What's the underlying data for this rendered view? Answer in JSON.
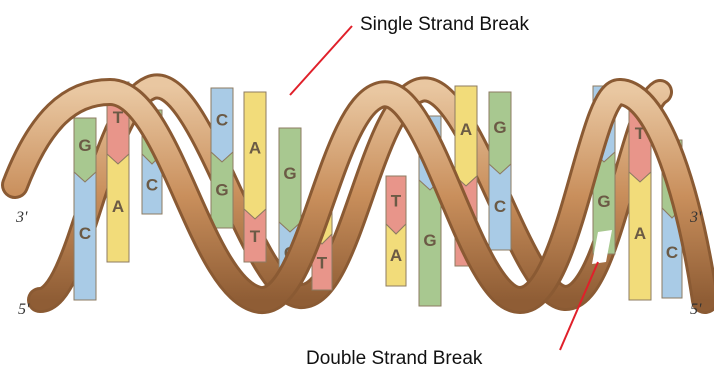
{
  "labels": {
    "single_break": "Single Strand Break",
    "double_break": "Double Strand Break"
  },
  "ends": {
    "left_top": "3'",
    "left_bottom": "5'",
    "right_top": "3'",
    "right_bottom": "5'"
  },
  "rungs": [
    {
      "top": "G",
      "bottom": "C",
      "top_color": "#a8c890",
      "bottom_color": "#a9cbe6"
    },
    {
      "top": "T",
      "bottom": "A",
      "top_color": "#e8958a",
      "bottom_color": "#f2dc7a"
    },
    {
      "top": "G",
      "bottom": "C",
      "top_color": "#a8c890",
      "bottom_color": "#a9cbe6"
    },
    {
      "top": "C",
      "bottom": "G",
      "top_color": "#a9cbe6",
      "bottom_color": "#a8c890"
    },
    {
      "top": "A",
      "bottom": "T",
      "top_color": "#f2dc7a",
      "bottom_color": "#e8958a"
    },
    {
      "top": "G",
      "bottom": "C",
      "top_color": "#a8c890",
      "bottom_color": "#a9cbe6"
    },
    {
      "top": "A",
      "bottom": "T",
      "top_color": "#f2dc7a",
      "bottom_color": "#e8958a"
    },
    {
      "top": "T",
      "bottom": "A",
      "top_color": "#e8958a",
      "bottom_color": "#f2dc7a"
    },
    {
      "top": "C",
      "bottom": "G",
      "top_color": "#a9cbe6",
      "bottom_color": "#a8c890"
    },
    {
      "top": "A",
      "bottom": "T",
      "top_color": "#f2dc7a",
      "bottom_color": "#e8958a"
    },
    {
      "top": "G",
      "bottom": "C",
      "top_color": "#a8c890",
      "bottom_color": "#a9cbe6"
    },
    {
      "top": "C",
      "bottom": "G",
      "top_color": "#a9cbe6",
      "bottom_color": "#a8c890"
    },
    {
      "top": "T",
      "bottom": "A",
      "top_color": "#e8958a",
      "bottom_color": "#f2dc7a"
    },
    {
      "top": "G",
      "bottom": "C",
      "top_color": "#a8c890",
      "bottom_color": "#a9cbe6"
    }
  ],
  "colors": {
    "backbone": "#c98f5c",
    "backbone_dark": "#8a5a33",
    "backbone_light": "#e7c39c",
    "pointer": "#e0202a"
  }
}
